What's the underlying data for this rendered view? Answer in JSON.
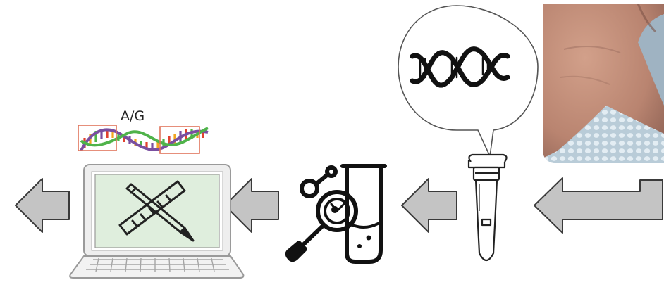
{
  "diagram": {
    "snp_label": "A/G",
    "steps": [
      {
        "name": "sample-collection",
        "icon": "hand-on-plate-photo"
      },
      {
        "name": "dna-extraction",
        "icon": "microtube-icon"
      },
      {
        "name": "dna-speech-bubble",
        "icon": "dna-helix-icon"
      },
      {
        "name": "laboratory-analysis",
        "icon": "magnifier-test-tube-icon"
      },
      {
        "name": "bioinformatic-analysis",
        "icon": "laptop-ruler-pencil-icon"
      },
      {
        "name": "variant-detection",
        "icon": "dna-strand-icon"
      }
    ],
    "colors": {
      "arrow_fill": "#c4c4c4",
      "arrow_stroke": "#3a3a3a",
      "screen": "#dfeedd",
      "highlight_box": "#e0735a"
    }
  }
}
